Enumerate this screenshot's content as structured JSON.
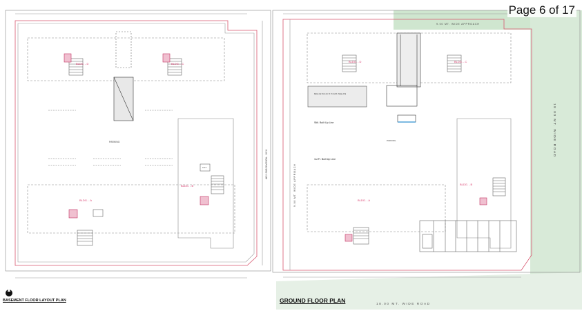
{
  "page": {
    "counter": "Page 6 of 17"
  },
  "basement": {
    "title": "BASEMENT FLOOR LAYOUT PLAN",
    "parking_label": "PARKING",
    "blocks": [
      "BLDG. - D",
      "BLDG. - C",
      "BLDG. - A",
      "BLDG. - B"
    ],
    "lift_label": "LIFT",
    "side_note": "ADJ. SUB DIVISION - 10/11"
  },
  "ground": {
    "title": "GROUND FLOOR PLAN",
    "top_road": "9.00 MT. WIDE APPROACH",
    "left_road": "9.00 MT. WIDE APPROACH",
    "right_road": "18.00 MT. WIDE ROAD",
    "bottom_road": "18.00 MT. WIDE ROAD",
    "stilt_label_1": "Stilt. Built Up Line",
    "stilt_label_2": "1st Fl. Built Up Line",
    "parking_label": "PARKING",
    "blocks": [
      "BLDG. - D",
      "BLDG. - C",
      "BLDG. - A",
      "BLDG. - B"
    ],
    "ramp_note": "Ramp Up From Gr. Fl. To 1st Fl. (Slope 1:8)"
  },
  "colors": {
    "line": "#5a5a5a",
    "boundary": "#d8566e",
    "block_label": "#d93a6c",
    "road_green": "#cfe6cf",
    "blue_accent": "#2f8fcf"
  }
}
